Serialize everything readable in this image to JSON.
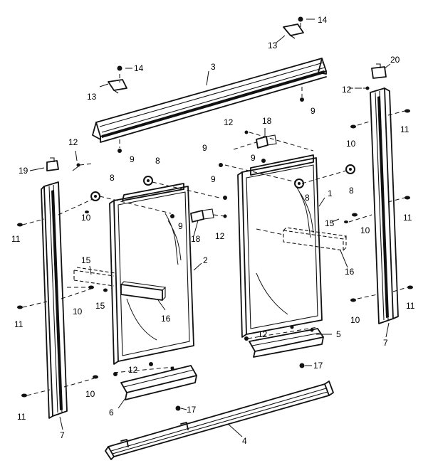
{
  "diagram": {
    "callouts": [
      {
        "id": "c1",
        "text": "1"
      },
      {
        "id": "c2",
        "text": "2"
      },
      {
        "id": "c3",
        "text": "3"
      },
      {
        "id": "c4",
        "text": "4"
      },
      {
        "id": "c5",
        "text": "5"
      },
      {
        "id": "c6",
        "text": "6"
      },
      {
        "id": "c7a",
        "text": "7"
      },
      {
        "id": "c7b",
        "text": "7"
      },
      {
        "id": "c8a",
        "text": "8"
      },
      {
        "id": "c8b",
        "text": "8"
      },
      {
        "id": "c8c",
        "text": "8"
      },
      {
        "id": "c8d",
        "text": "8"
      },
      {
        "id": "c9a",
        "text": "9"
      },
      {
        "id": "c9b",
        "text": "9"
      },
      {
        "id": "c9c",
        "text": "9"
      },
      {
        "id": "c9d",
        "text": "9"
      },
      {
        "id": "c9e",
        "text": "9"
      },
      {
        "id": "c9f",
        "text": "9"
      },
      {
        "id": "c10a",
        "text": "10"
      },
      {
        "id": "c10b",
        "text": "10"
      },
      {
        "id": "c10c",
        "text": "10"
      },
      {
        "id": "c10d",
        "text": "10"
      },
      {
        "id": "c10e",
        "text": "10"
      },
      {
        "id": "c10f",
        "text": "10"
      },
      {
        "id": "c11a",
        "text": "11"
      },
      {
        "id": "c11b",
        "text": "11"
      },
      {
        "id": "c11c",
        "text": "11"
      },
      {
        "id": "c11d",
        "text": "11"
      },
      {
        "id": "c11e",
        "text": "11"
      },
      {
        "id": "c11f",
        "text": "11"
      },
      {
        "id": "c12a",
        "text": "12"
      },
      {
        "id": "c12b",
        "text": "12"
      },
      {
        "id": "c12c",
        "text": "12"
      },
      {
        "id": "c12d",
        "text": "12"
      },
      {
        "id": "c12e",
        "text": "12"
      },
      {
        "id": "c12f",
        "text": "12"
      },
      {
        "id": "c13a",
        "text": "13"
      },
      {
        "id": "c13b",
        "text": "13"
      },
      {
        "id": "c14a",
        "text": "14"
      },
      {
        "id": "c14b",
        "text": "14"
      },
      {
        "id": "c15a",
        "text": "15"
      },
      {
        "id": "c15b",
        "text": "15"
      },
      {
        "id": "c15c",
        "text": "15"
      },
      {
        "id": "c16a",
        "text": "16"
      },
      {
        "id": "c16b",
        "text": "16"
      },
      {
        "id": "c17a",
        "text": "17"
      },
      {
        "id": "c17b",
        "text": "17"
      },
      {
        "id": "c18a",
        "text": "18"
      },
      {
        "id": "c18b",
        "text": "18"
      },
      {
        "id": "c19",
        "text": "19"
      },
      {
        "id": "c20",
        "text": "20"
      }
    ]
  }
}
